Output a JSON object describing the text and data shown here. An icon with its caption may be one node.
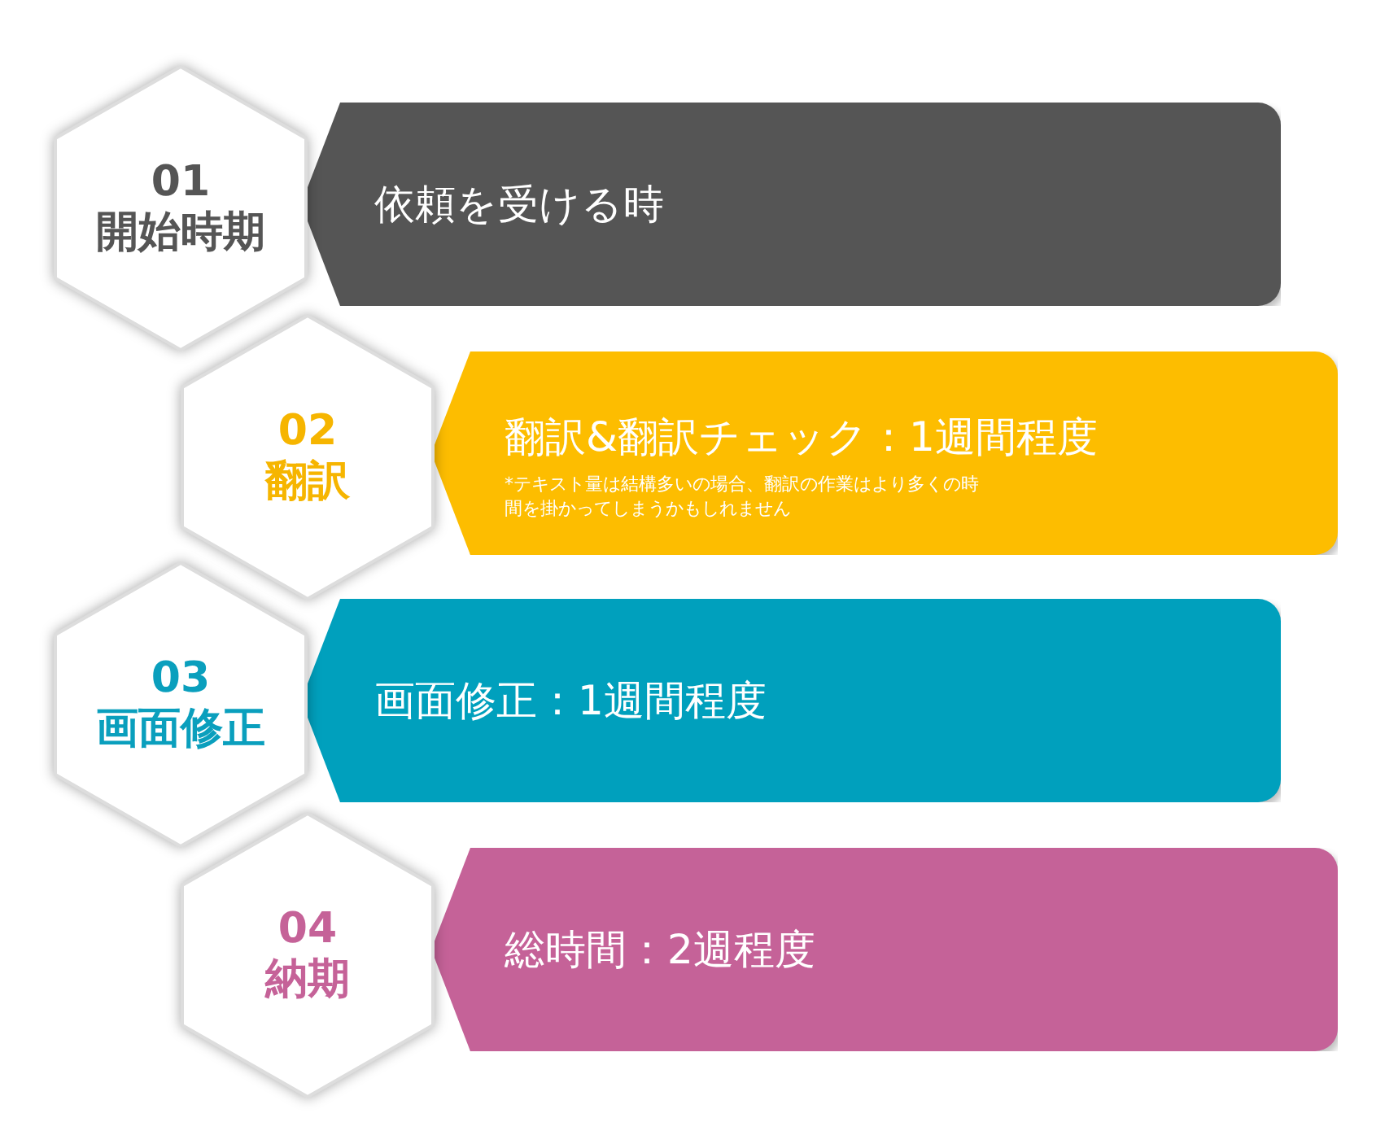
{
  "diagram": {
    "nodes": [
      {
        "text": [
          "01",
          "開始時期"
        ]
      },
      {
        "text": [
          "依頼を受ける時"
        ]
      },
      {
        "text": [
          "02",
          "翻訳"
        ]
      },
      {
        "text": [
          "翻訳&翻訳チェック：1週間程度",
          "*テキスト量は結構多いの場合、翻訳の作業はより多くの時間を掛かってしまうかもしれません"
        ]
      },
      {
        "text": [
          "03",
          "画面修正"
        ]
      },
      {
        "text": [
          "画面修正：1週間程度"
        ]
      },
      {
        "text": [
          "04",
          "納期"
        ]
      },
      {
        "text": [
          "総時間：2週程度"
        ]
      }
    ]
  }
}
